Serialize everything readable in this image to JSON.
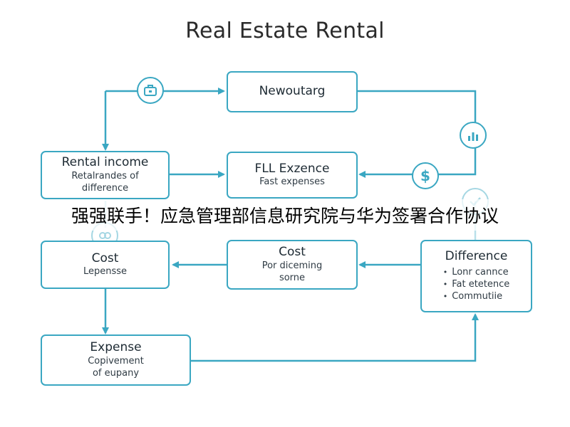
{
  "title": "Real Estate Rental",
  "boxes": {
    "new_outarg": {
      "head": "Newoutarg"
    },
    "rental_income": {
      "head": "Rental income",
      "sub1": "Retalrandes of",
      "sub2": "difference"
    },
    "fll_exzence": {
      "head": "FLL Exzence",
      "sub1": "Fast expenses"
    },
    "cost_left": {
      "head": "Cost",
      "sub1": "Lepensse"
    },
    "cost_mid": {
      "head": "Cost",
      "sub1": "Por diceming",
      "sub2": "sorne"
    },
    "difference": {
      "head": "Difference",
      "items": [
        "Lonr cannce",
        "Fat etetence",
        "Commutiie"
      ]
    },
    "expense": {
      "head": "Expense",
      "sub1": "Copivement",
      "sub2": "of eupany"
    }
  },
  "icons": [
    "briefcase-icon",
    "bar-chart-icon",
    "dollar-icon",
    "check-icon",
    "coins-icon"
  ],
  "banner": "强强联手！应急管理部信息研究院与华为签署合作协议",
  "colors": {
    "accent": "#3aa7c2",
    "text": "#1d2a33"
  }
}
